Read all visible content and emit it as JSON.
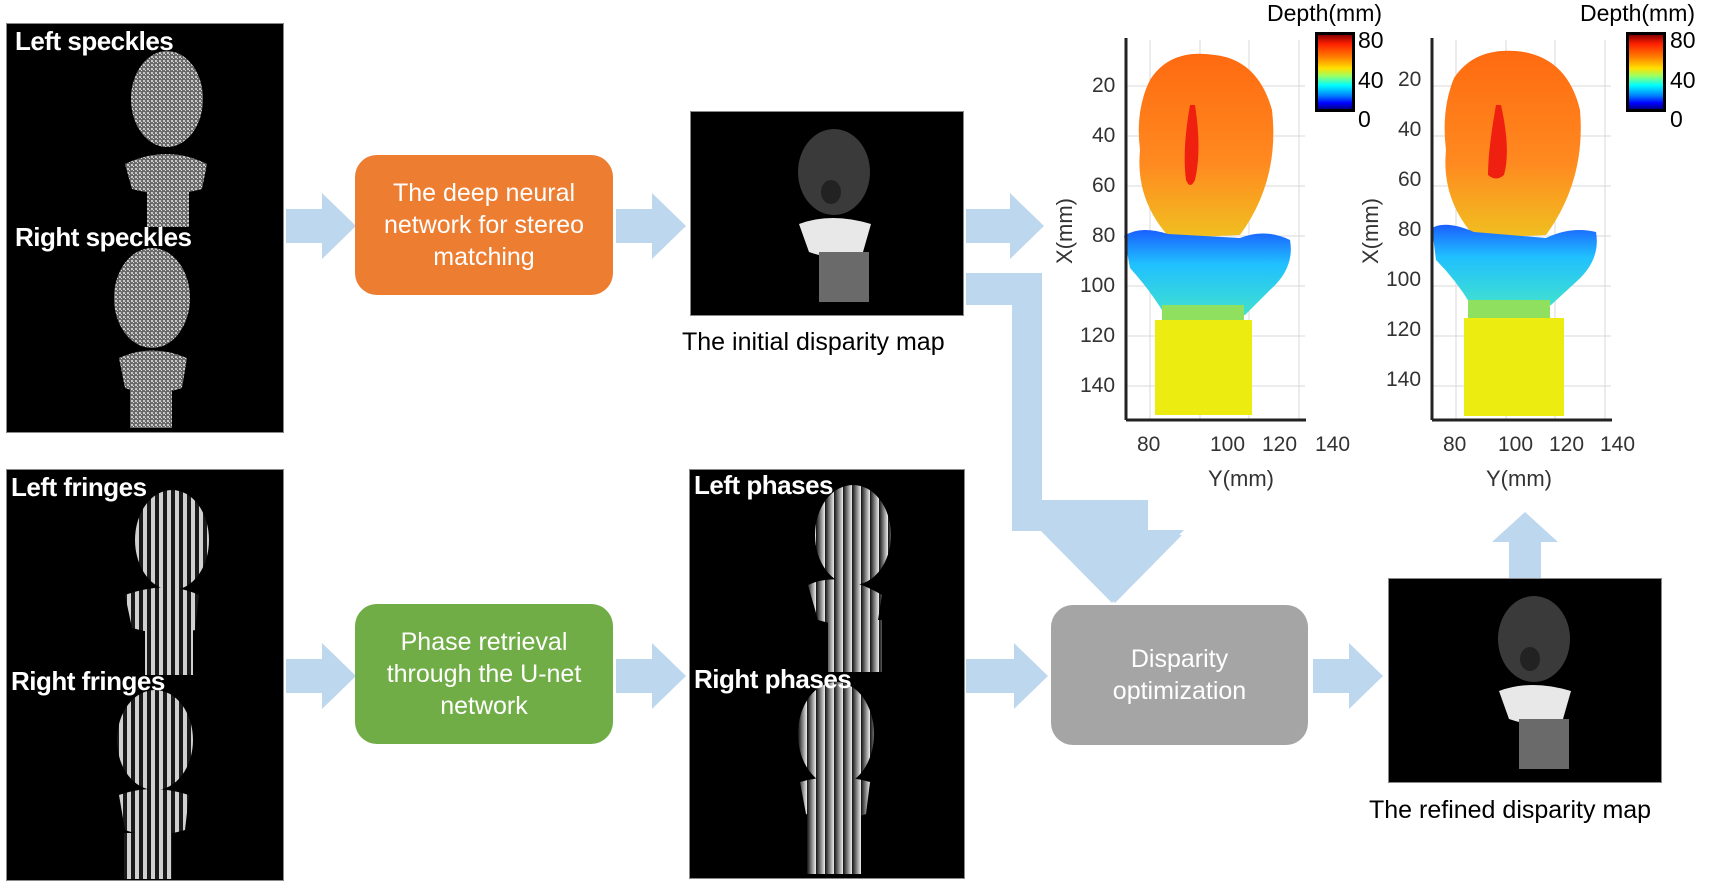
{
  "inputs": {
    "speckles": {
      "top_label": "Left speckles",
      "bottom_label": "Right speckles"
    },
    "fringes": {
      "top_label": "Left fringes",
      "bottom_label": "Right fringes"
    }
  },
  "process_boxes": {
    "stereo_matching": {
      "label": "The deep neural network for stereo matching",
      "color": "#ED7D31"
    },
    "phase_retrieval": {
      "label": "Phase retrieval through the U-net network",
      "color": "#70AD47"
    },
    "disparity_optimization": {
      "label": "Disparity optimization",
      "color": "#A5A5A5"
    }
  },
  "intermediate": {
    "initial_disparity": {
      "caption": "The initial disparity map"
    },
    "phases": {
      "top_label": "Left phases",
      "bottom_label": "Right phases"
    },
    "refined_disparity": {
      "caption": "The refined disparity map"
    }
  },
  "arrow_color": "#BDD7EE",
  "plots": [
    {
      "name": "initial-3d-reconstruction",
      "colorbar": {
        "title": "Depth(mm)",
        "ticks": [
          "80",
          "40",
          "0"
        ]
      },
      "x_axis": {
        "label": "Y(mm)",
        "ticks": [
          "80",
          "100",
          "120",
          "140"
        ]
      },
      "y_axis": {
        "label": "X(mm)",
        "ticks": [
          "20",
          "40",
          "60",
          "80",
          "100",
          "120",
          "140"
        ]
      }
    },
    {
      "name": "refined-3d-reconstruction",
      "colorbar": {
        "title": "Depth(mm)",
        "ticks": [
          "80",
          "40",
          "0"
        ]
      },
      "x_axis": {
        "label": "Y(mm)",
        "ticks": [
          "80",
          "100",
          "120",
          "140"
        ]
      },
      "y_axis": {
        "label": "X(mm)",
        "ticks": [
          "20",
          "40",
          "60",
          "80",
          "100",
          "120",
          "140"
        ]
      }
    }
  ]
}
